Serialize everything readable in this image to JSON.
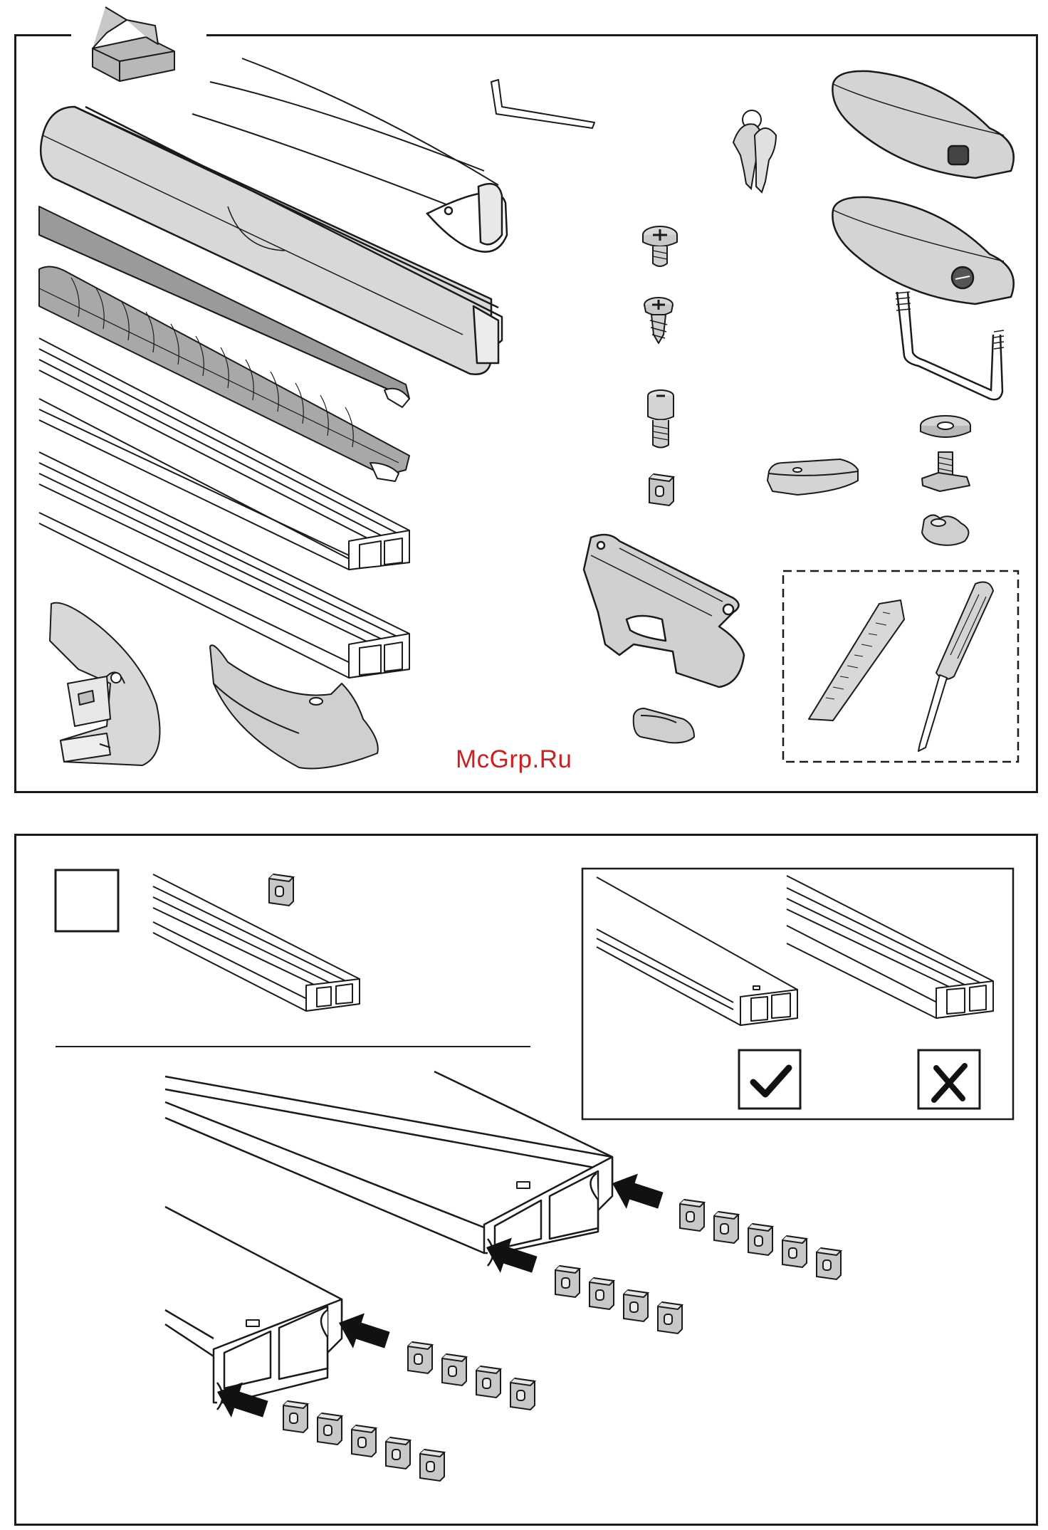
{
  "watermark": {
    "text": "McGrp.Ru",
    "color": "#cc1f1f"
  },
  "colors": {
    "line": "#1a1a1a",
    "part_fill": "#d4d4d4",
    "part_dark": "#a8a8a8",
    "strip_fill": "#9a9a9a",
    "nut_fill": "#c8c8c8"
  },
  "parts_list": {
    "icons": [
      "box-icon",
      "roof-bar-icon",
      "rubber-strip-icon",
      "slot-strip-icon",
      "t-track-profile-icon",
      "hex-key-icon",
      "keys-icon",
      "lock-cover-icon",
      "end-cap-icon",
      "screw-icon",
      "self-tapping-screw-icon",
      "bolt-icon",
      "square-nut-icon",
      "u-bolt-icon",
      "washer-icon",
      "t-bolt-icon",
      "knob-icon",
      "clamp-block-icon",
      "foot-bracket-icon",
      "foot-cover-icon",
      "small-cap-icon",
      "tape-measure-icon",
      "screwdriver-icon"
    ]
  },
  "assembly_step": {
    "icons": [
      "step-checkbox-icon",
      "profile-icon",
      "square-nut-icon",
      "correct-check-icon",
      "wrong-cross-icon",
      "insert-arrow-icon"
    ],
    "nut_rows": [
      5,
      4,
      4,
      5
    ]
  }
}
